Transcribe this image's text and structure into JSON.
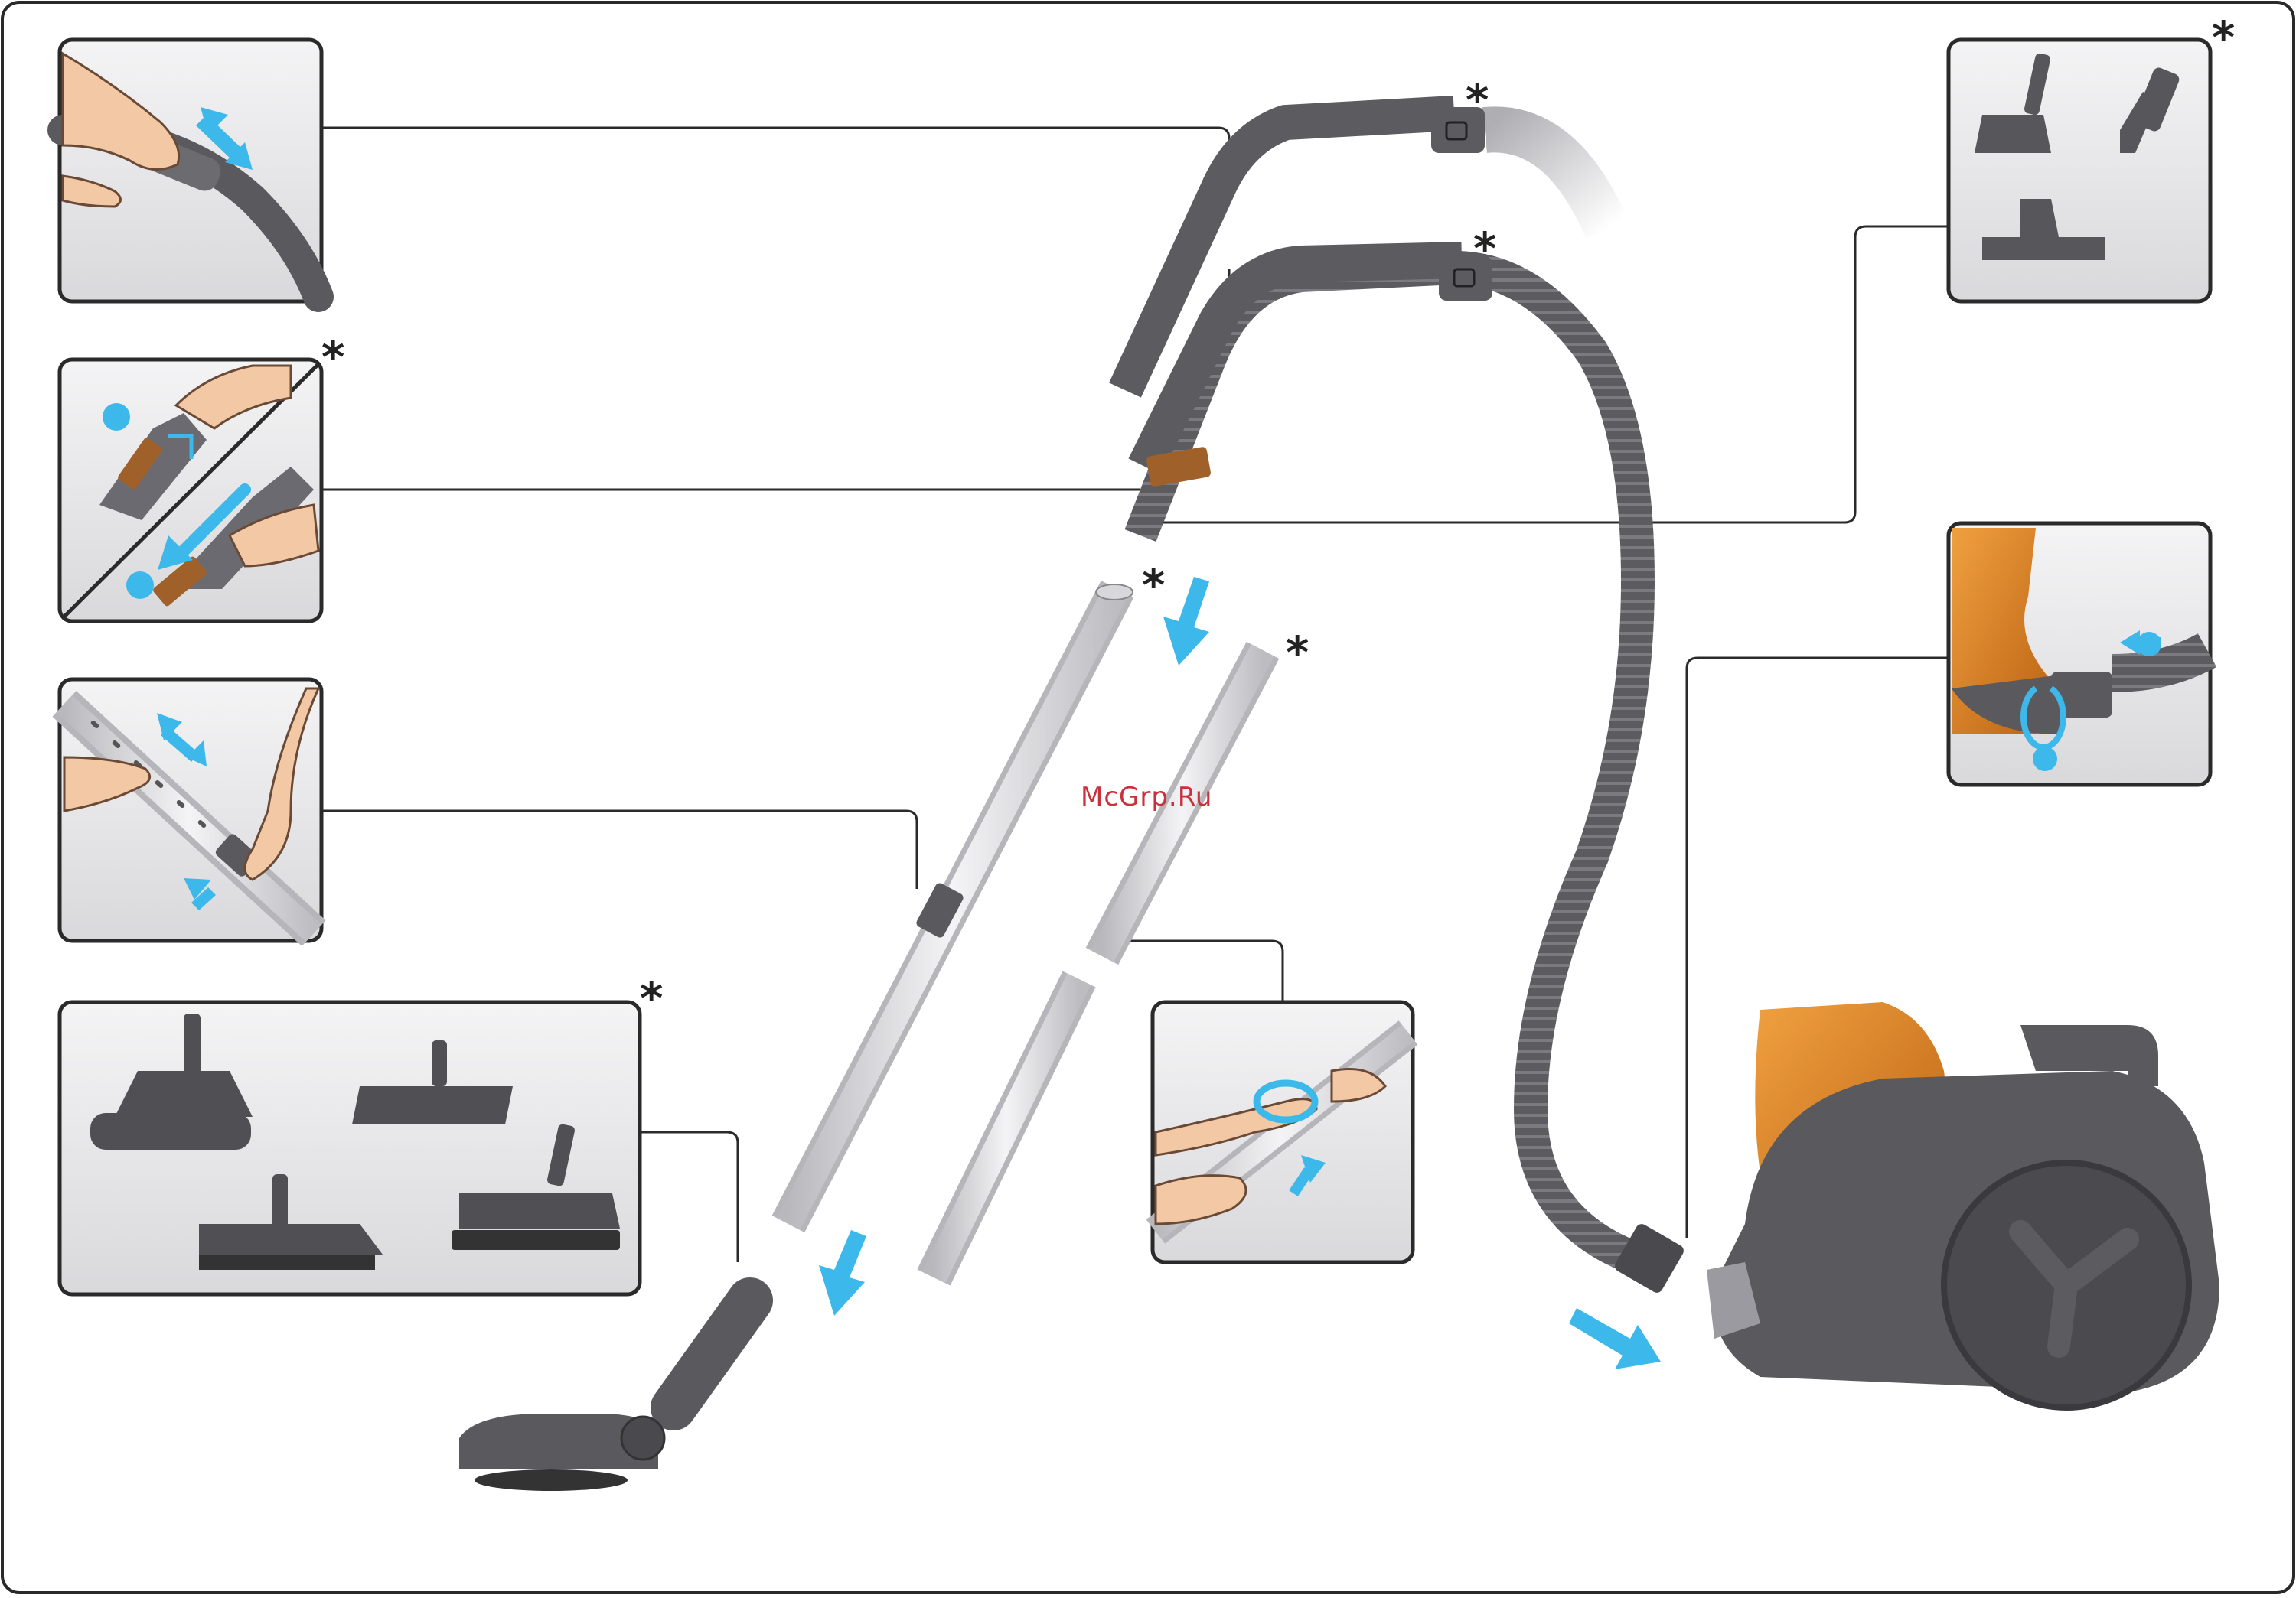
{
  "diagram": {
    "optional_marker": "*",
    "watermark": "McGrp.Ru",
    "colors": {
      "frame": "#2a2a2a",
      "panel_bg": "#e9e9eb",
      "hose_dark": "#5b5b5f",
      "tube_metal": "#cfcfd2",
      "accent_arrow": "#3cb8ea",
      "body_orange": "#d9781c",
      "body_dark": "#5a5a5e"
    },
    "panels": [
      {
        "name": "handle-power-control-panel",
        "icon": "hand-slider-icon"
      },
      {
        "name": "brush-accessory-panel",
        "icon": "hand-brush-icon"
      },
      {
        "name": "telescopic-tube-panel",
        "icon": "hand-tube-icon"
      },
      {
        "name": "floor-nozzles-panel",
        "icon": "floor-nozzles-icon"
      },
      {
        "name": "tube-joining-panel",
        "icon": "hand-twist-icon"
      },
      {
        "name": "small-accessories-panel",
        "icon": "accessories-icon"
      },
      {
        "name": "hose-connection-panel",
        "icon": "hose-connect-icon"
      }
    ],
    "parts": [
      "hose-handle-rigid",
      "flexible-hose",
      "telescopic-tube",
      "two-piece-tube",
      "floor-nozzle",
      "vacuum-cleaner-body"
    ]
  }
}
